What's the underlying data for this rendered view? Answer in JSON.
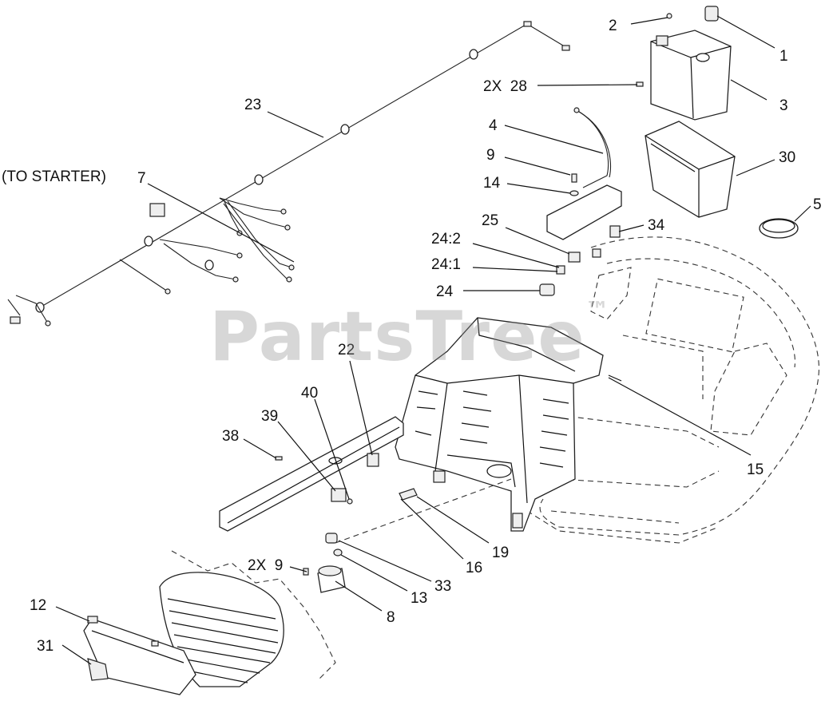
{
  "watermark": {
    "text": "PartsTree",
    "mark": "™"
  },
  "callouts": [
    {
      "id": "c1",
      "text": "1"
    },
    {
      "id": "c2",
      "text": "2"
    },
    {
      "id": "c3",
      "text": "3"
    },
    {
      "id": "c28",
      "text": "2X  28"
    },
    {
      "id": "c4",
      "text": "4"
    },
    {
      "id": "c9a",
      "text": "9"
    },
    {
      "id": "c14",
      "text": "14"
    },
    {
      "id": "c30",
      "text": "30"
    },
    {
      "id": "c5",
      "text": "5"
    },
    {
      "id": "c23",
      "text": "23"
    },
    {
      "id": "cstarter",
      "text": "(TO STARTER)"
    },
    {
      "id": "c7",
      "text": "7"
    },
    {
      "id": "c25",
      "text": "25"
    },
    {
      "id": "c34",
      "text": "34"
    },
    {
      "id": "c242",
      "text": "24:2"
    },
    {
      "id": "c241",
      "text": "24:1"
    },
    {
      "id": "c24",
      "text": "24"
    },
    {
      "id": "c22",
      "text": "22"
    },
    {
      "id": "c40",
      "text": "40"
    },
    {
      "id": "c39",
      "text": "39"
    },
    {
      "id": "c38",
      "text": "38"
    },
    {
      "id": "c15",
      "text": "15"
    },
    {
      "id": "c19",
      "text": "19"
    },
    {
      "id": "c16",
      "text": "16"
    },
    {
      "id": "c9b",
      "text": "2X  9"
    },
    {
      "id": "c33",
      "text": "33"
    },
    {
      "id": "c13",
      "text": "13"
    },
    {
      "id": "c8",
      "text": "8"
    },
    {
      "id": "c12",
      "text": "12"
    },
    {
      "id": "c31",
      "text": "31"
    }
  ]
}
